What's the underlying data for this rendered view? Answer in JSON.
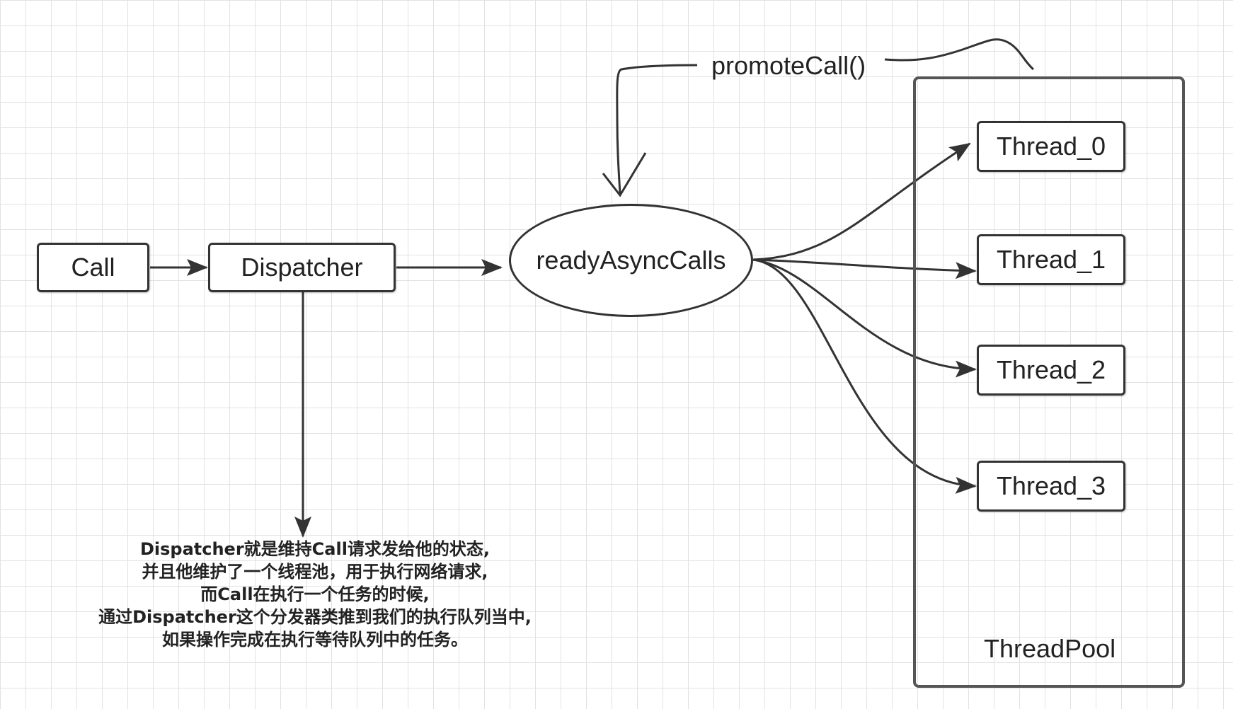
{
  "nodes": {
    "call": "Call",
    "dispatcher": "Dispatcher",
    "ready_async_calls": "readyAsyncCalls",
    "threads": [
      "Thread_0",
      "Thread_1",
      "Thread_2",
      "Thread_3"
    ],
    "thread_pool": "ThreadPool"
  },
  "labels": {
    "promote_call": "promoteCall()"
  },
  "annotation": {
    "lines": [
      "Dispatcher就是维持Call请求发给他的状态,",
      "并且他维护了一个线程池，用于执行网络请求,",
      "而Call在执行一个任务的时候,",
      "通过Dispatcher这个分发器类推到我们的执行队列当中,",
      "如果操作完成在执行等待队列中的任务。"
    ]
  },
  "colors": {
    "stroke": "#333333",
    "grid": "#e2e2e2",
    "background": "#ffffff"
  }
}
